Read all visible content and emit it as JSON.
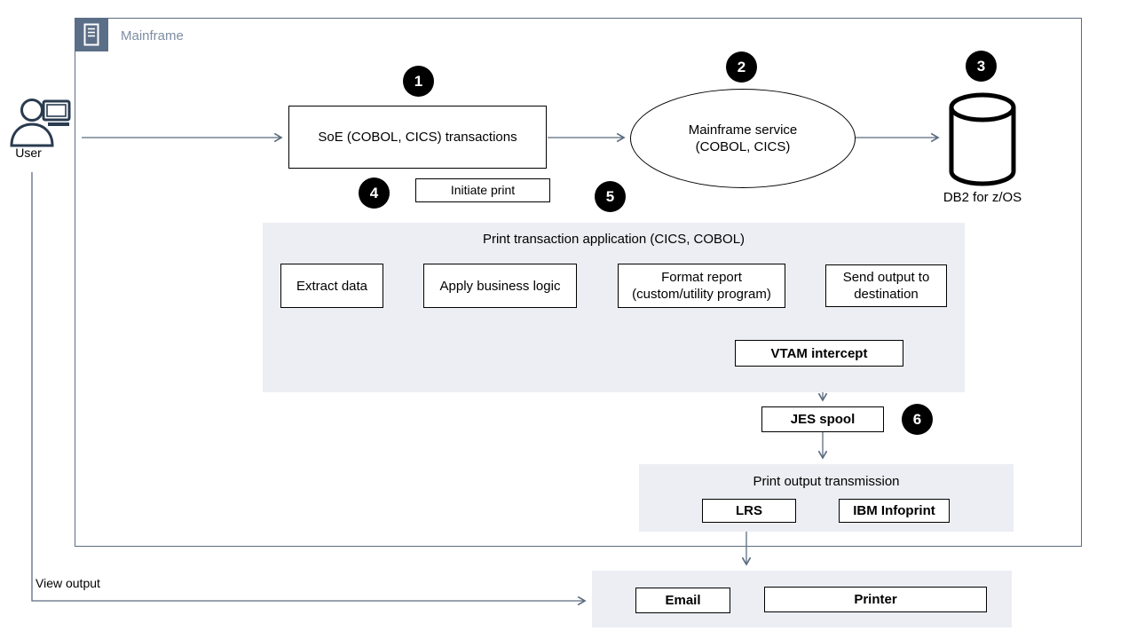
{
  "frame": {
    "label": "Mainframe"
  },
  "actors": {
    "user_label": "User",
    "view_output_label": "View output"
  },
  "badges": [
    "1",
    "2",
    "3",
    "4",
    "5",
    "6"
  ],
  "nodes": {
    "soe": "SoE (COBOL, CICS) transactions",
    "service_line1": "Mainframe service",
    "service_line2": "(COBOL, CICS)",
    "db2_label": "DB2 for z/OS",
    "initiate_print": "Initiate print",
    "print_app_title": "Print transaction application (CICS, COBOL)",
    "extract_data": "Extract data",
    "apply_business_logic": "Apply business logic",
    "format_report_line1": "Format report",
    "format_report_line2": "(custom/utility program)",
    "send_output_line1": "Send output to",
    "send_output_line2": "destination",
    "vtam_intercept": "VTAM intercept",
    "jes_spool": "JES spool",
    "transmission_title": "Print output transmission",
    "lrs": "LRS",
    "ibm_infoprint": "IBM Infoprint",
    "email": "Email",
    "printer": "Printer"
  },
  "colors": {
    "accent_slate": "#5B6E87",
    "arrow": "#5C6C80",
    "panel_gray": "#ECEEF3",
    "frame_label_blue": "#7E8DA3",
    "badge": "#000000"
  }
}
